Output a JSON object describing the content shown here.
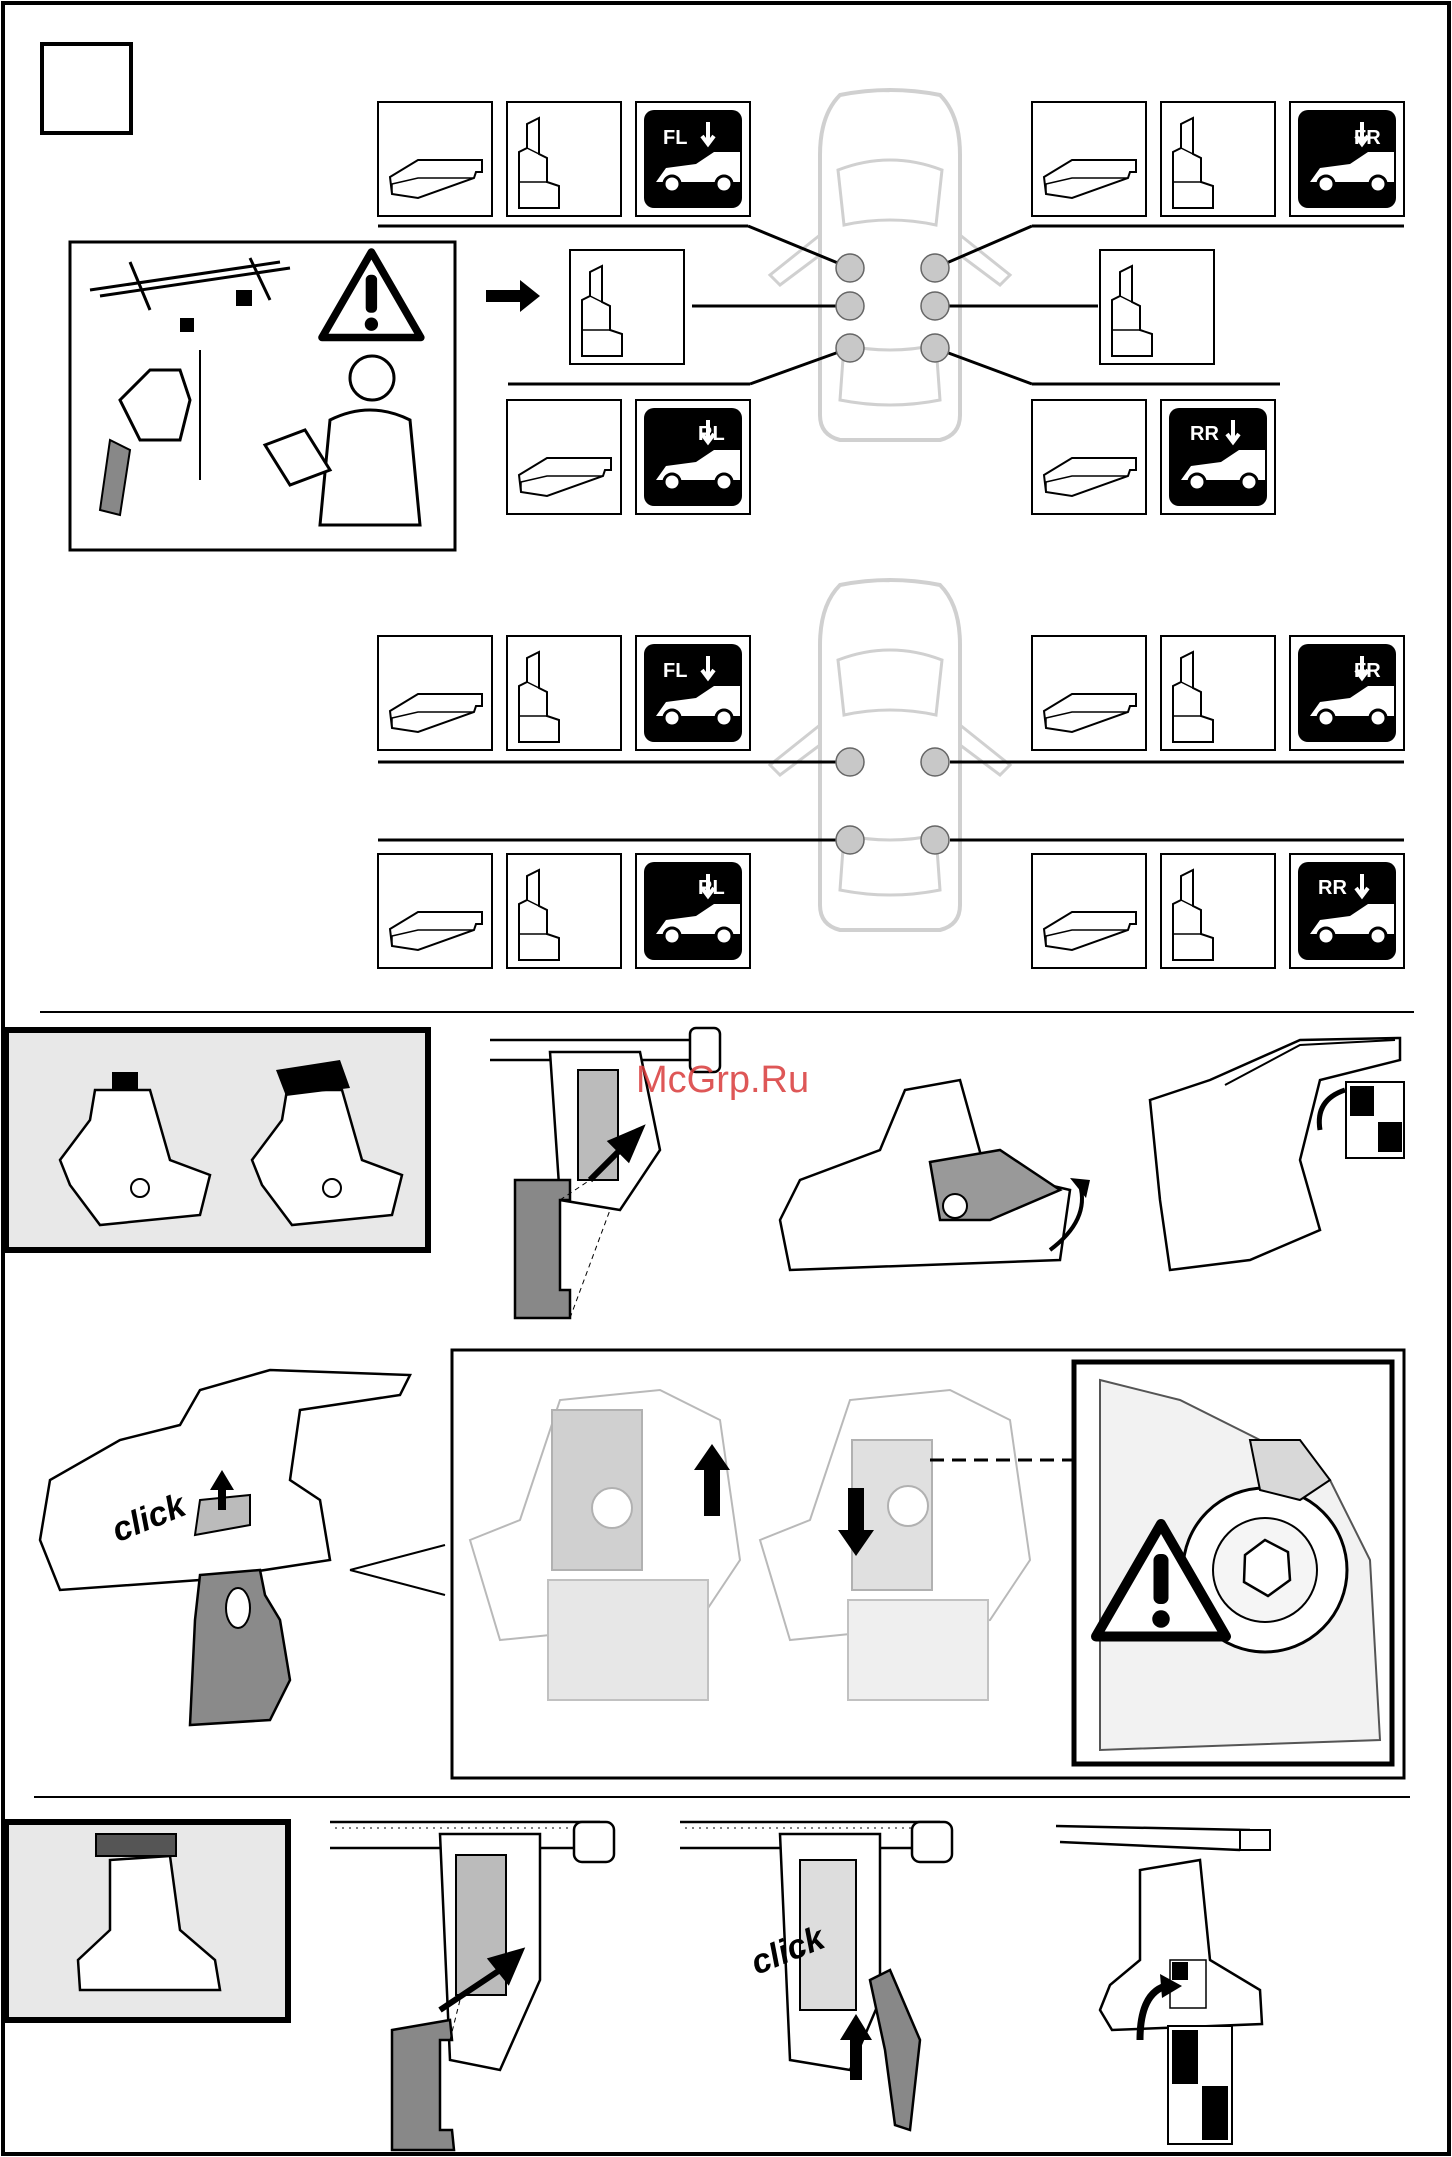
{
  "labels": {
    "fl": "FL",
    "fr": "FR",
    "rl": "RL",
    "rr": "RR",
    "click": "click"
  },
  "watermark": "McGrp.Ru",
  "icons": [
    "warning-icon",
    "arrow-right-icon",
    "car-topview-icon",
    "foot-pad-icon",
    "bracket-icon",
    "click-arrow-icon"
  ],
  "colors": {
    "ink": "#000000",
    "grey": "#8a8a8a",
    "lightgrey": "#d6d6d6",
    "panel": "#e8e8e8",
    "watermark": "#d93a3a"
  }
}
